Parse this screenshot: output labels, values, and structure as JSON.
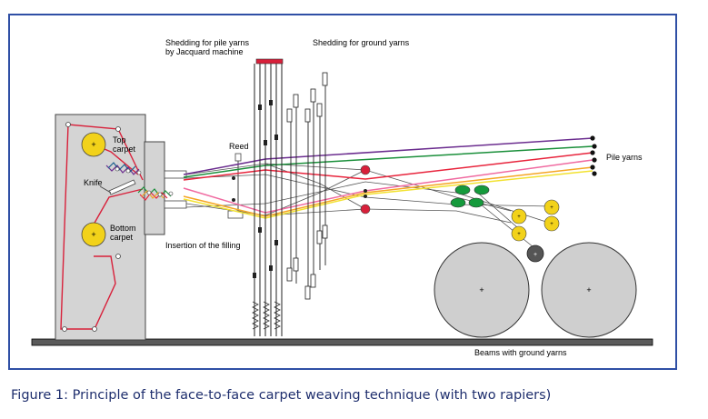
{
  "labels": {
    "shedding_pile": "Shedding for pile yarns",
    "shedding_pile_2": "by Jacquard machine",
    "shedding_ground": "Shedding for ground yarns",
    "reed": "Reed",
    "top_carpet_1": "Top",
    "top_carpet_2": "carpet",
    "knife": "Knife",
    "bottom_carpet_1": "Bottom",
    "bottom_carpet_2": "carpet",
    "insertion": "Insertion of the filling",
    "pile_yarns": "Pile yarns",
    "beams": "Beams with ground yarns"
  },
  "caption": "Figure 1: Principle of the face-to-face carpet weaving technique (with two rapiers)",
  "colors": {
    "frame_border": "#2f4fa5",
    "roller_yellow": "#f2d21a",
    "carpet_red": "#d8203a",
    "machine_gray": "#d4d4d4",
    "beam_gray": "#cfcfcf",
    "green_rollers": "#159a3c",
    "pile_purple": "#6b2d8f",
    "pile_green": "#1a8f3a",
    "pile_red": "#e8243c",
    "pile_pink": "#f06aa0",
    "pile_orange": "#f5a623",
    "pile_yellow": "#f2e230"
  }
}
